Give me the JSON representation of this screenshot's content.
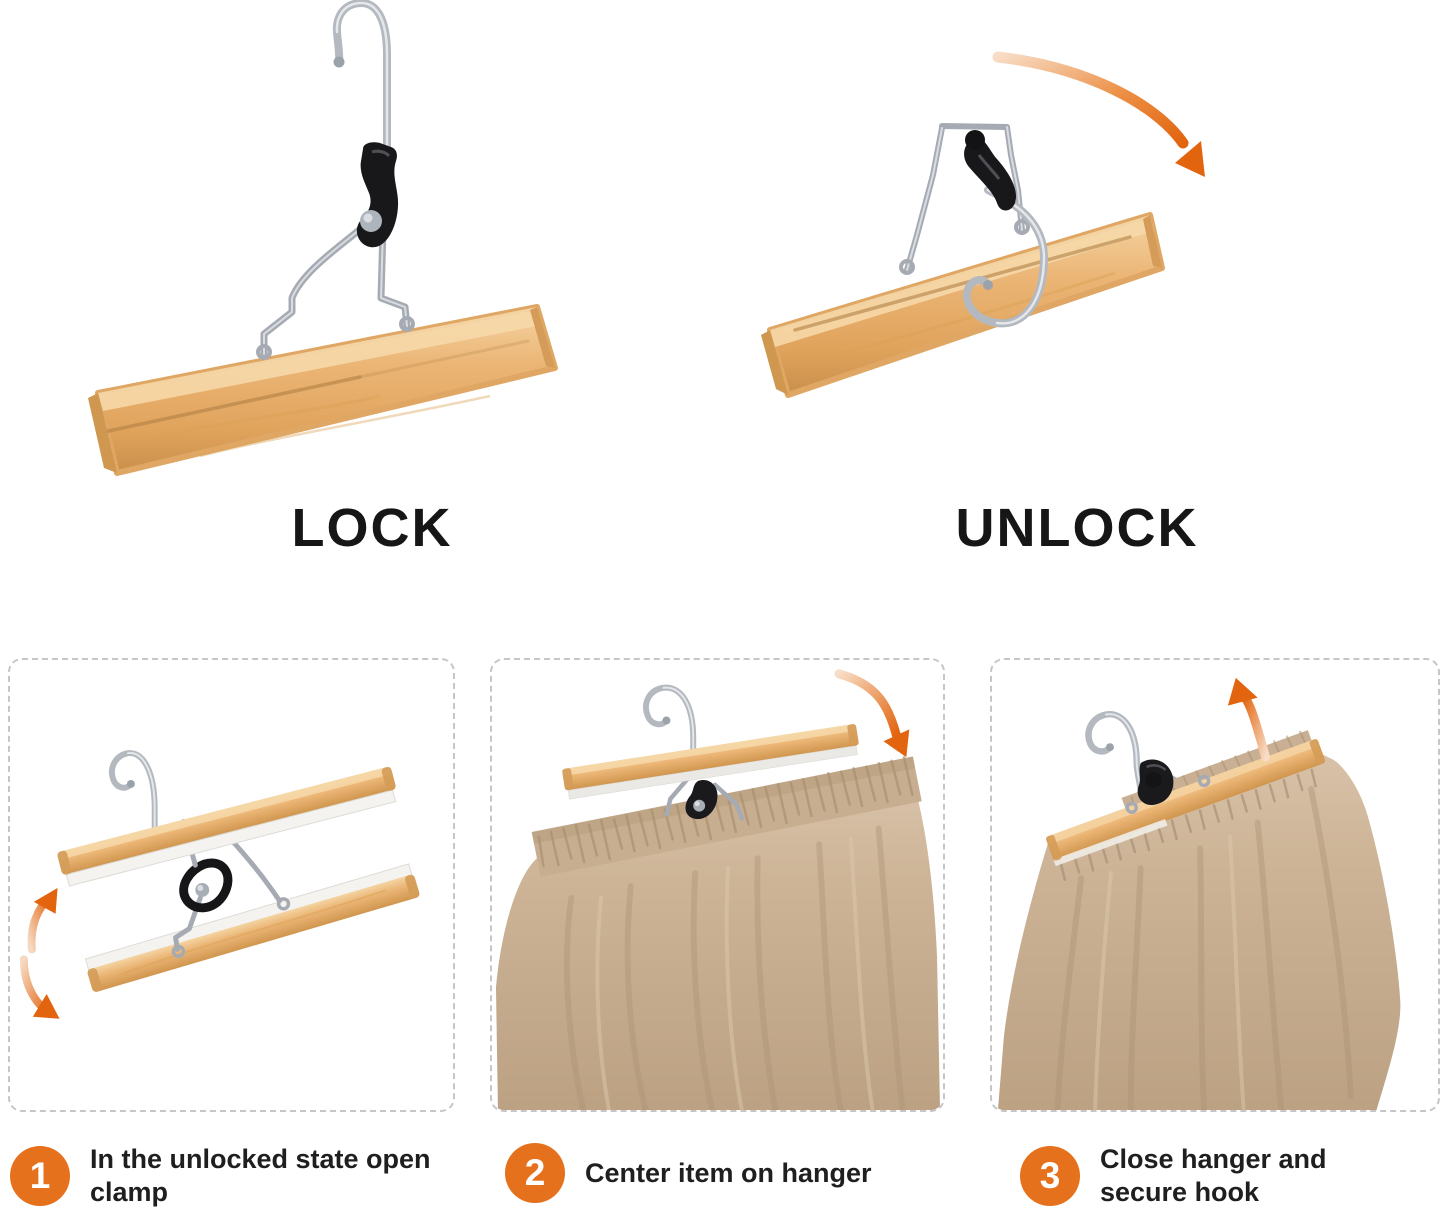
{
  "labels": {
    "lock": "LOCK",
    "unlock": "UNLOCK"
  },
  "steps": [
    {
      "number": "1",
      "text": "In the unlocked state open clamp"
    },
    {
      "number": "2",
      "text": "Center item on hanger"
    },
    {
      "number": "3",
      "text": "Close hanger and secure hook"
    }
  ],
  "icons": {
    "unlock_arrow": "curved-arrow-down-right",
    "step1_arrow_up": "curved-arrow-up",
    "step1_arrow_down": "curved-arrow-down",
    "step2_arrow": "curved-arrow-down-right",
    "step3_arrow": "curved-arrow-up-right"
  },
  "colors": {
    "background": "#FFFFFF",
    "accent_orange": "#E5711C",
    "arrow_orange": "#E2640E",
    "heading_text": "#161616",
    "step_text": "#1F1F1F",
    "badge_text": "#FFFFFF",
    "panel_border": "#C6C6C6",
    "wood_light": "#F4D4A2",
    "wood_mid": "#E7AE66",
    "wood_dark": "#CE9450",
    "chrome": "#A6ABB3",
    "plastic_black": "#1B1B1E",
    "felt_white": "#F3F2EE",
    "pants_khaki": "#CBB195",
    "pants_shadow": "#AD9376"
  }
}
